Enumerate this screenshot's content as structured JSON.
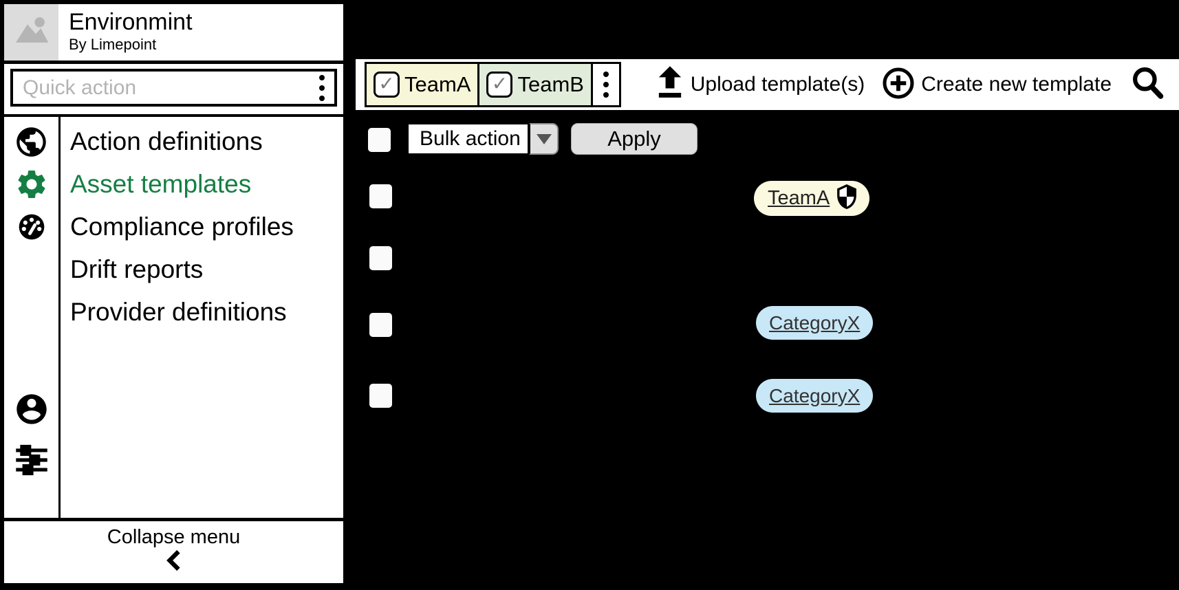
{
  "app": {
    "title": "Environmint",
    "subtitle": "By Limepoint"
  },
  "sidebar": {
    "quick_action_placeholder": "Quick action",
    "items": [
      {
        "label": "Action definitions",
        "icon": "globe-icon",
        "active": false
      },
      {
        "label": "Asset templates",
        "icon": "gear-icon",
        "active": true
      },
      {
        "label": "Compliance profiles",
        "icon": "gauge-icon",
        "active": false
      },
      {
        "label": "Drift reports",
        "icon": "",
        "active": false
      },
      {
        "label": "Provider definitions",
        "icon": "",
        "active": false
      }
    ],
    "bottom_icons": [
      "account-icon",
      "sliders-icon"
    ],
    "collapse_label": "Collapse menu"
  },
  "topbar": {
    "filters": [
      {
        "label": "TeamA",
        "checked": true
      },
      {
        "label": "TeamB",
        "checked": true
      }
    ],
    "upload_label": "Upload template(s)",
    "create_label": "Create new template"
  },
  "bulk": {
    "select_value": "Bulk action",
    "apply_label": "Apply"
  },
  "rows": [
    {
      "tag": {
        "label": "TeamA",
        "type": "team",
        "shield": true
      }
    },
    {
      "tag": null
    },
    {
      "tag": {
        "label": "CategoryX",
        "type": "category",
        "shield": false
      }
    },
    {
      "tag": {
        "label": "CategoryX",
        "type": "category",
        "shield": false
      }
    }
  ],
  "icons": {
    "check_glyph": "✓"
  },
  "colors": {
    "accent_green": "#157f43",
    "team_a_bg": "#f8f6d8",
    "team_b_bg": "#e2ecdb",
    "team_pill_bg": "#fbf9e0",
    "category_pill_bg": "#c8e7f7",
    "button_gray": "#e0e0e0",
    "main_bg": "#000000",
    "panel_bg": "#ffffff"
  }
}
